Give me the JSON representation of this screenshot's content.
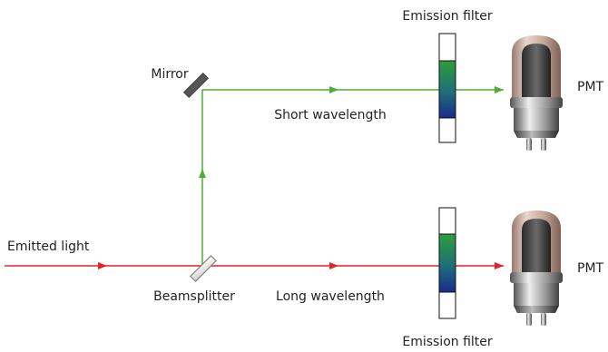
{
  "labels": {
    "emitted_light": "Emitted light",
    "beamsplitter": "Beamsplitter",
    "mirror": "Mirror",
    "short_wavelength": "Short wavelength",
    "long_wavelength": "Long wavelength",
    "emission_filter_top": "Emission filter",
    "emission_filter_bottom": "Emission filter",
    "pmt_top": "PMT",
    "pmt_bottom": "PMT"
  },
  "colors": {
    "emitted_beam": "#e8202a",
    "short_beam": "#4caf32",
    "filter_top": "#2e9e3a",
    "filter_bottom": "#1a2a8a",
    "pmt_glass": "#c8a898",
    "pmt_metal": "#8a8a8a"
  }
}
